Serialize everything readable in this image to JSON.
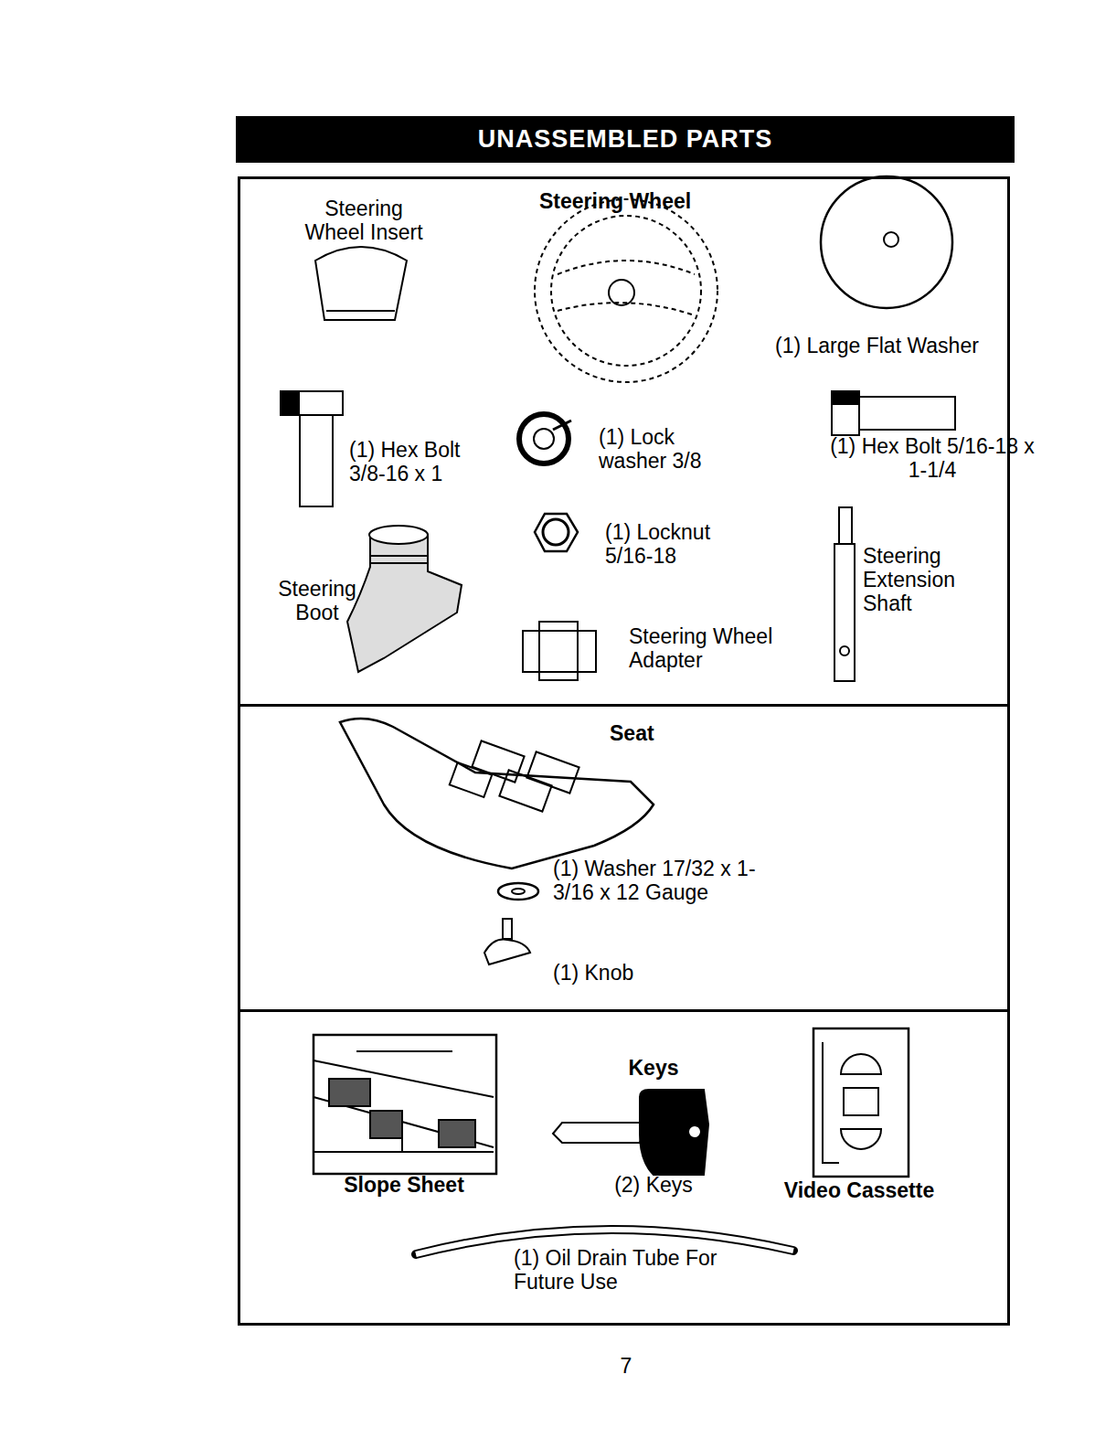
{
  "diagram": {
    "title": "UNASSEMBLED PARTS",
    "nodes": [
      {
        "text": [
          "Steering Wheel Insert",
          "Steering Wheel",
          "(1) Large Flat Washer",
          "(1) Hex Bolt 3/8-16 x 1",
          "(1) Lock washer 3/8",
          "(1) Hex Bolt 5/16-18 x 1-1/4",
          "(1) Locknut 5/16-18",
          "Steering Extension Shaft",
          "Steering Boot",
          "Steering Wheel Adapter"
        ]
      },
      {
        "text": [
          "Seat",
          "(1) Washer 17/32 x 1-3/16 x 12 Gauge",
          "(1) Knob"
        ]
      },
      {
        "text": [
          "Keys",
          "Slope Sheet",
          "(2) Keys",
          "Video Cassette",
          "(1) Oil Drain Tube For Future Use"
        ]
      }
    ],
    "labels": [
      "7"
    ]
  }
}
